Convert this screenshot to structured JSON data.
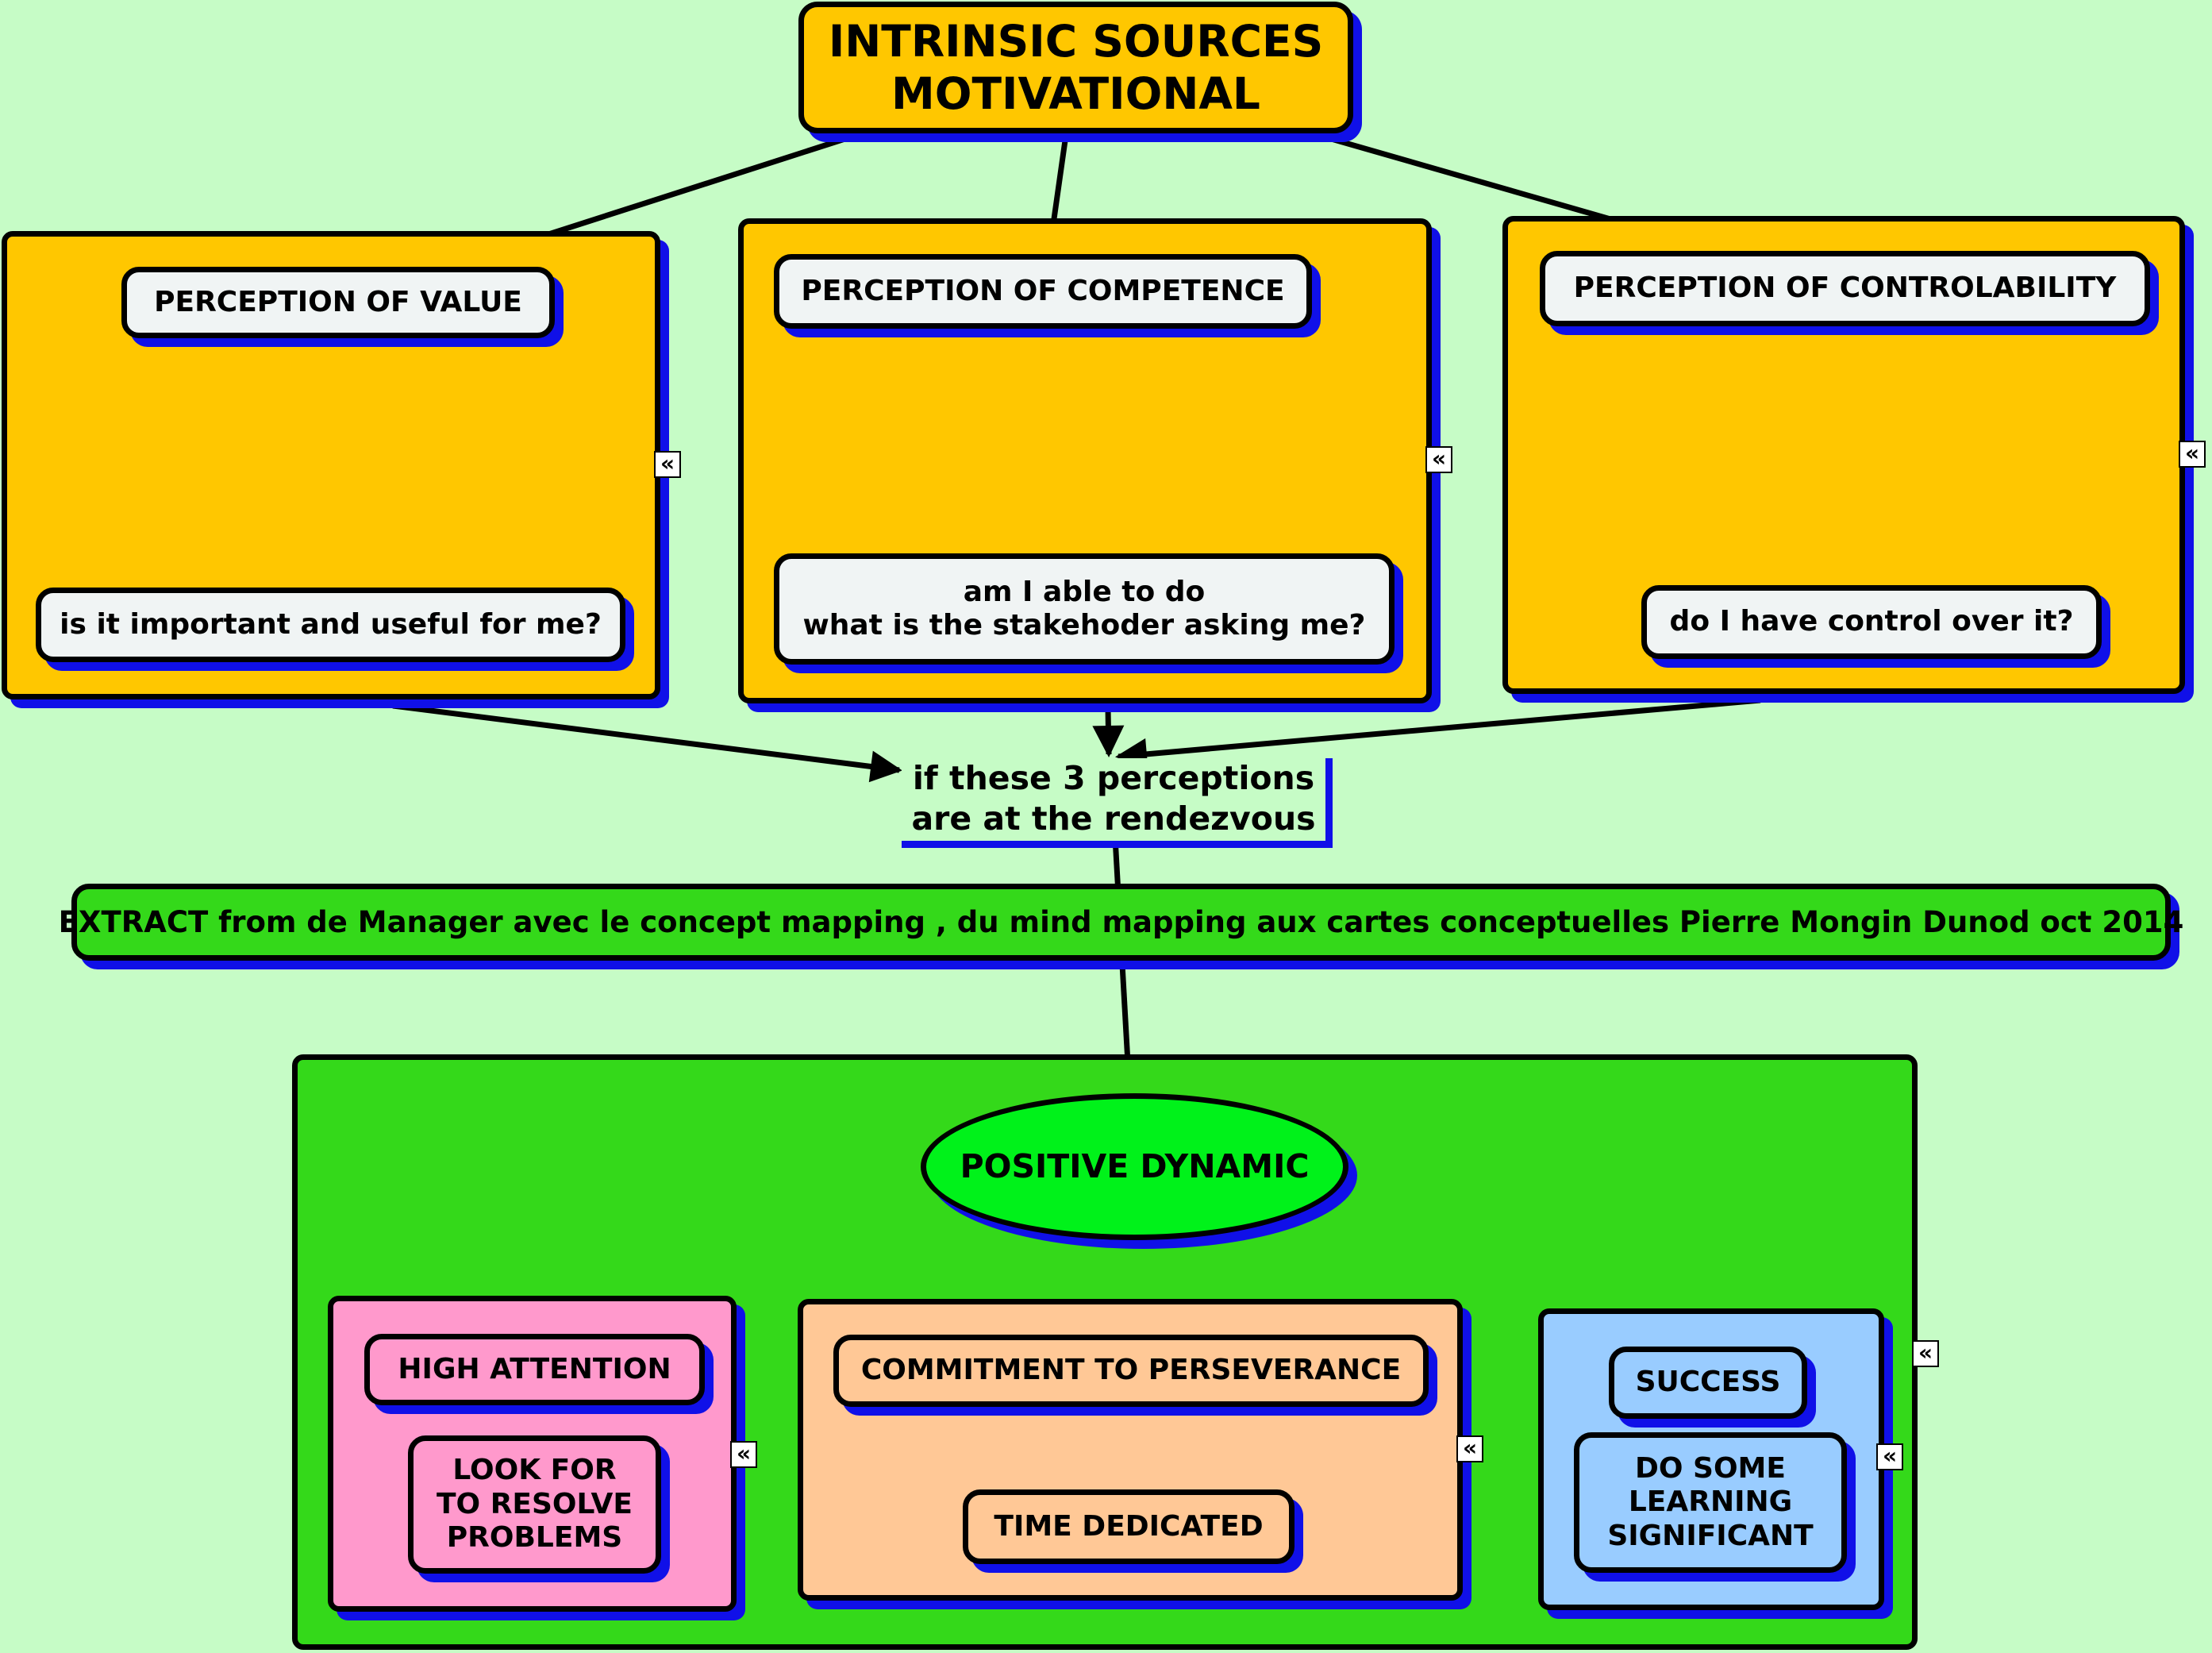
{
  "root": {
    "label": "INTRINSIC SOURCES\nMOTIVATIONAL"
  },
  "value_group": {
    "title": "PERCEPTION OF VALUE",
    "question": "is it important and useful for me?"
  },
  "competence_group": {
    "title": "PERCEPTION OF COMPETENCE",
    "question": "am I able to do\nwhat is the stakehoder  asking me?"
  },
  "control_group": {
    "title": "PERCEPTION OF CONTROLABILITY",
    "question": "do I have control over it?"
  },
  "condition": {
    "label": "if these 3 perceptions\nare at the rendezvous"
  },
  "extract": {
    "label": "EXTRACT from de Manager avec le concept mapping , du mind mapping aux cartes conceptuelles Pierre Mongin Dunod oct 2014"
  },
  "dynamic": {
    "label": "POSITIVE DYNAMIC"
  },
  "attention_group": {
    "title": "HIGH ATTENTION",
    "sub": "LOOK FOR\nTO RESOLVE\nPROBLEMS"
  },
  "commitment_group": {
    "title": "COMMITMENT TO PERSEVERANCE",
    "sub": "TIME DEDICATED"
  },
  "success_group": {
    "title": "SUCCESS",
    "sub": "DO SOME\nLEARNING\nSIGNIFICANT"
  },
  "collapse_glyph": "«",
  "icons": [
    "collapse-icon"
  ],
  "colors": {
    "background": "#c6fcc6",
    "shadow": "#1010e8",
    "orange": "#ffc700",
    "green": "#34d91a",
    "bright_green": "#00f21a",
    "pink": "#ff99cc",
    "peach": "#ffc896",
    "blue": "#99ccff",
    "pale": "#f0f4f4"
  }
}
